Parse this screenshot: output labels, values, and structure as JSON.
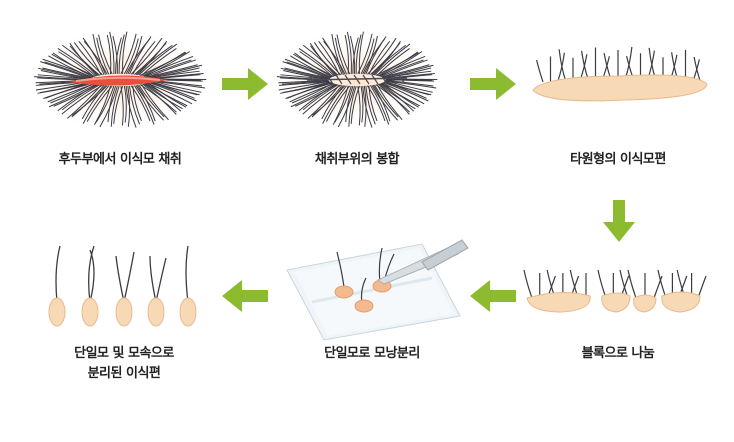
{
  "steps": [
    {
      "label": "후두부에서 이식모 채취"
    },
    {
      "label": "채취부위의 봉합"
    },
    {
      "label": "타원형의 이식모편"
    },
    {
      "label": "블록으로 나눔"
    },
    {
      "label": "단일모로 모낭분리"
    },
    {
      "label_line1": "단일모 및 모속으로",
      "label_line2": "분리된 이식편"
    }
  ],
  "colors": {
    "arrow": "#8dbb2f",
    "skin": "#f7d9b6",
    "skin_edge": "#e9b98c",
    "hair": "#3b3b44",
    "incision": "#e84f3d",
    "glow": "#fde3cc",
    "suture": "#4a4a55"
  },
  "icons": [
    "harvest-illustration",
    "suture-illustration",
    "strip-illustration",
    "blocks-illustration",
    "dissection-illustration",
    "grafts-illustration",
    "arrow-icon"
  ]
}
